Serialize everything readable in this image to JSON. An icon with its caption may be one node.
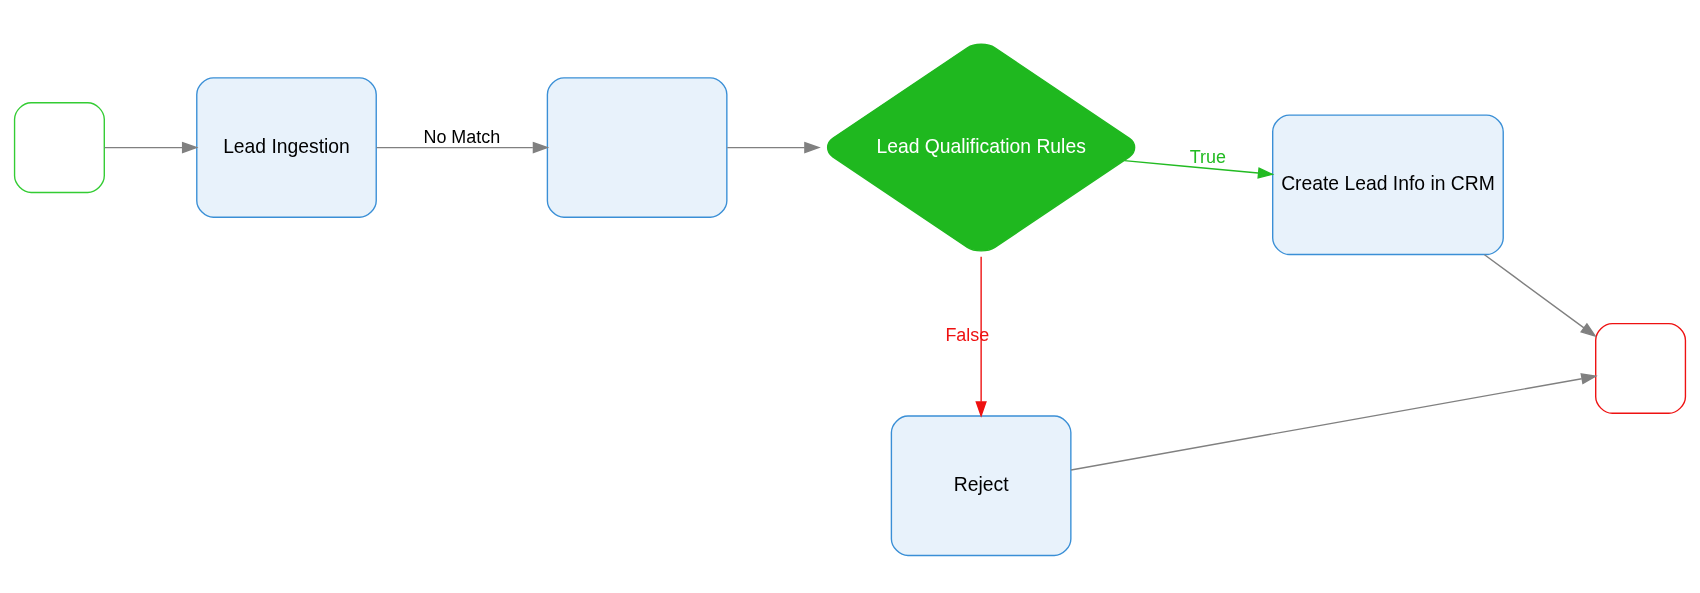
{
  "diagram": {
    "nodes": [
      {
        "text": [],
        "shape": "box"
      },
      {
        "text": [
          "Lead Ingestion"
        ]
      },
      {
        "text": [],
        "shape": "box"
      },
      {
        "text": [
          "Lead Qualification Rules"
        ]
      },
      {
        "text": [
          "Create Lead Info in CRM"
        ]
      },
      {
        "text": [],
        "shape": "box"
      },
      {
        "text": [
          "Reject"
        ]
      }
    ],
    "edges": [
      {
        "from": 0,
        "to": 1,
        "arrow": "to"
      },
      {
        "from": 1,
        "to": 2,
        "arrow": "to",
        "label": "No Match"
      },
      {
        "from": 2,
        "to": 3,
        "arrow": "to"
      },
      {
        "from": 3,
        "to": 4,
        "arrow": "to",
        "label": "True",
        "color": "#22bb22"
      },
      {
        "from": 3,
        "to": 6,
        "arrow": "to",
        "label": "False",
        "color": "#ee1111"
      },
      {
        "from": 4,
        "to": 5,
        "arrow": "to"
      },
      {
        "from": 6,
        "to": 5,
        "arrow": "to"
      }
    ]
  }
}
